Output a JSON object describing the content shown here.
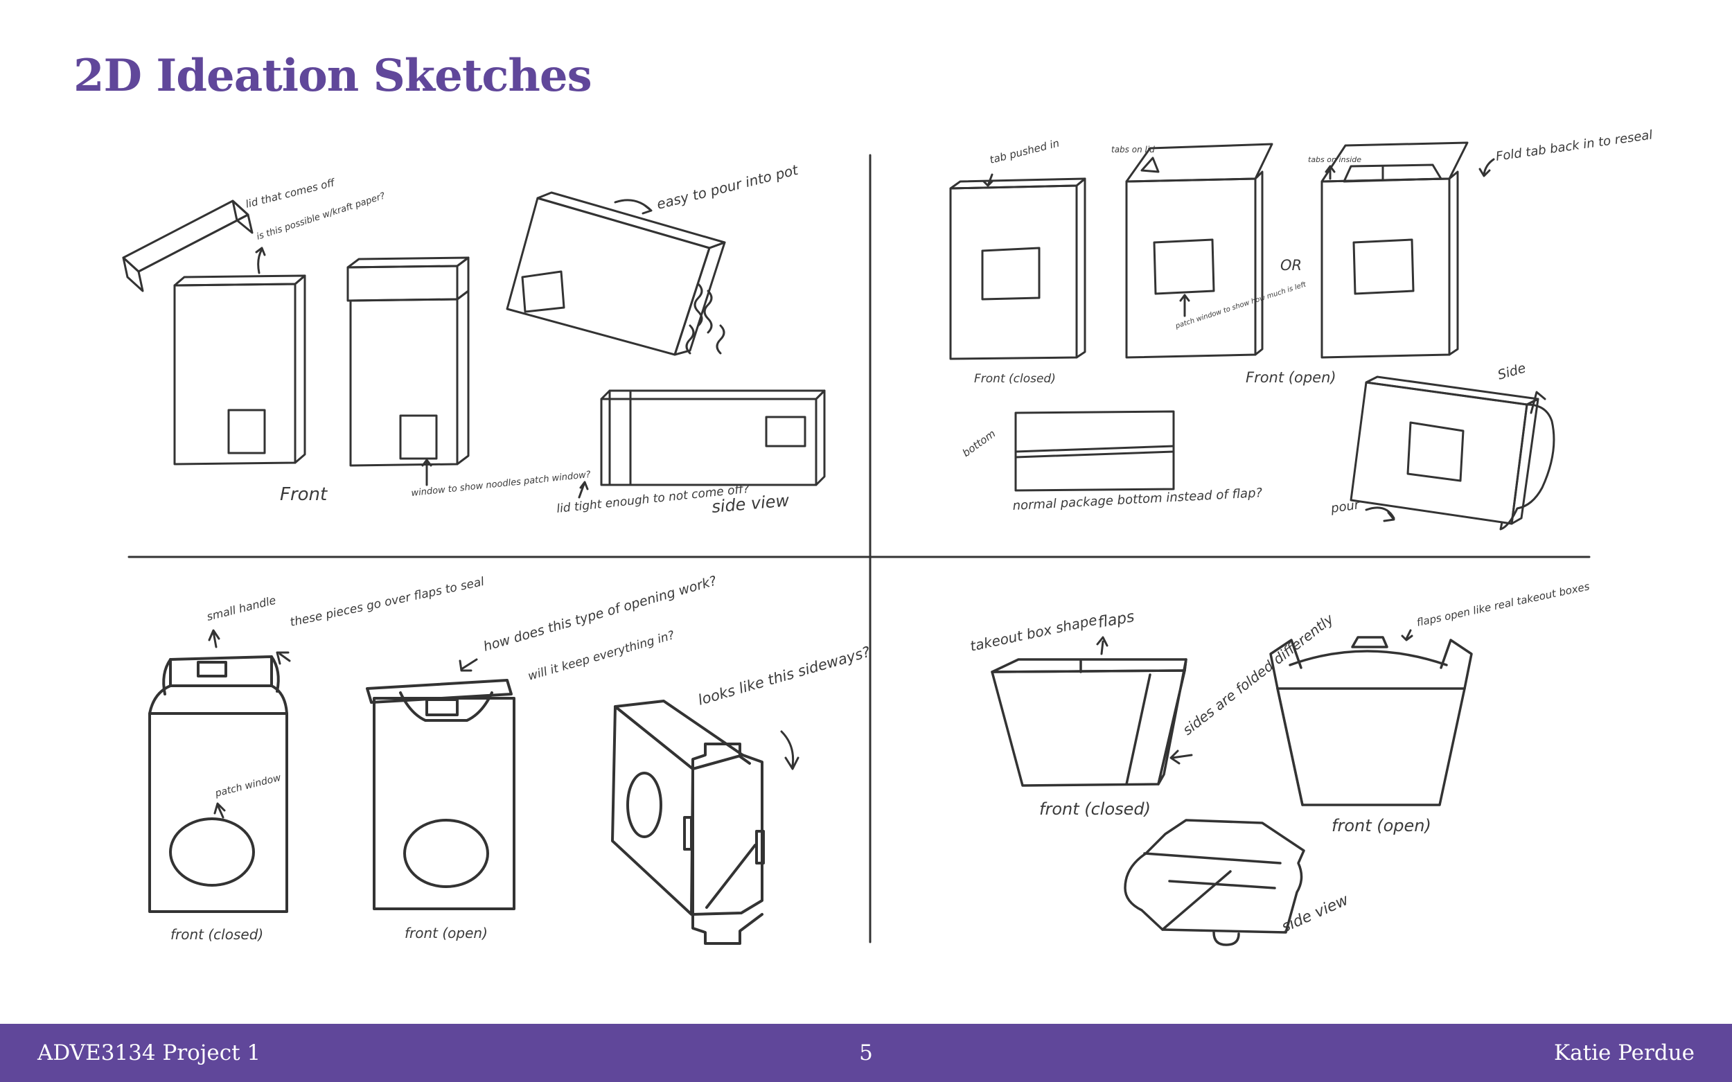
{
  "title": "2D Ideation Sketches",
  "colors": {
    "accent": "#60479a",
    "ink": "#333333",
    "paper": "#ffffff"
  },
  "footer": {
    "course": "ADVE3134 Project 1",
    "page": "5",
    "author": "Katie Perdue"
  },
  "annotations": {
    "q1": {
      "lid_off": "lid that comes off",
      "kraft": "is this possible w/kraft paper?",
      "easy_pour": "easy to pour into pot",
      "front": "Front",
      "window": "window to show noodles patch window?",
      "lid_tight": "lid tight enough to not come off?",
      "side_view": "side view"
    },
    "q2": {
      "tab_pushed": "tab pushed in",
      "tabs_lid": "tabs on lid",
      "tabs_inside": "tabs on inside",
      "fold_tab": "Fold tab back in to reseal",
      "or": "OR",
      "patch_window": "patch window to show how much is left",
      "front_closed": "Front (closed)",
      "front_open": "Front (open)",
      "side": "Side",
      "bottom": "bottom",
      "normal_bottom": "normal package bottom instead of flap?",
      "pour": "pour"
    },
    "q3": {
      "small_handle": "small handle",
      "pieces": "these pieces go over flaps to seal",
      "how_open": "how does this type of opening work?",
      "keep_in": "will it keep everything in?",
      "sideways": "looks like this sideways?",
      "patch_window": "patch window",
      "front_closed": "front (closed)",
      "front_open": "front (open)"
    },
    "q4": {
      "takeout_shape": "takeout box shape",
      "flaps": "flaps",
      "flaps_open": "flaps open like real takeout boxes",
      "sides_folded": "sides are folded differently",
      "front_closed": "front (closed)",
      "front_open": "front (open)",
      "side_view": "side view"
    }
  }
}
